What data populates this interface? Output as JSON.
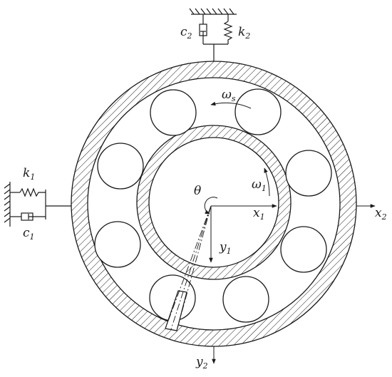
{
  "labels": {
    "c2": {
      "main": "c",
      "sub": "2"
    },
    "k2": {
      "main": "k",
      "sub": "2"
    },
    "k1": {
      "main": "k",
      "sub": "1"
    },
    "c1": {
      "main": "c",
      "sub": "1"
    },
    "omega_s": {
      "main": "ω",
      "sub": "s"
    },
    "omega_1": {
      "main": "ω",
      "sub": "1"
    },
    "theta": "θ",
    "x1": {
      "main": "x",
      "sub": "1"
    },
    "y1": {
      "main": "y",
      "sub": "1"
    },
    "x2": {
      "main": "x",
      "sub": "2"
    },
    "y2": {
      "main": "y",
      "sub": "2"
    }
  },
  "components": {
    "rolling_element_count": 8
  },
  "colors": {
    "stroke": "#1a1a1a",
    "background": "#ffffff"
  }
}
